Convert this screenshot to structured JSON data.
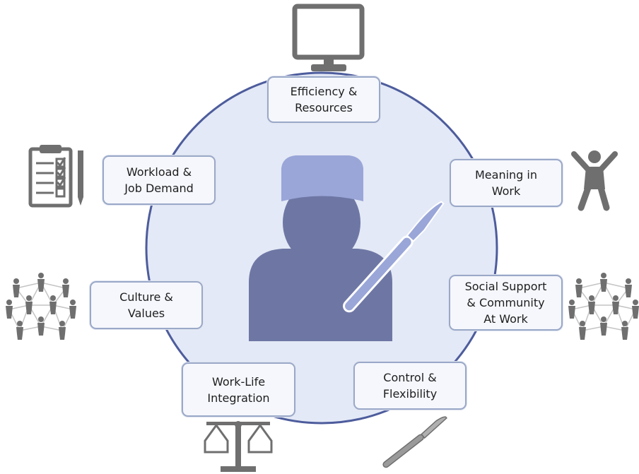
{
  "center": {
    "figure": "surgeon-icon",
    "tool": "scalpel-icon"
  },
  "factors": [
    {
      "lines": [
        "Efficiency &",
        "Resources"
      ],
      "icon": "computer-monitor-icon"
    },
    {
      "lines": [
        "Meaning in",
        "Work"
      ],
      "icon": "cheering-person-icon"
    },
    {
      "lines": [
        "Social Support",
        "& Community",
        "At Work"
      ],
      "icon": "people-network-icon"
    },
    {
      "lines": [
        "Control &",
        "Flexibility"
      ],
      "icon": "scalpel-icon"
    },
    {
      "lines": [
        "Work-Life",
        "Integration"
      ],
      "icon": "balance-scale-icon"
    },
    {
      "lines": [
        "Culture &",
        "Values"
      ],
      "icon": "people-network-icon"
    },
    {
      "lines": [
        "Workload &",
        "Job Demand"
      ],
      "icon": "clipboard-checklist-icon"
    }
  ],
  "colors": {
    "circle_fill": "#e3e9f6",
    "circle_stroke": "#4d5c9c",
    "figure": "#6e77a4",
    "cap": "#9aa6d8",
    "box_fill": "#f5f7fc",
    "box_border": "#9aa8c8",
    "icon_gray": "#6f6f6f"
  }
}
